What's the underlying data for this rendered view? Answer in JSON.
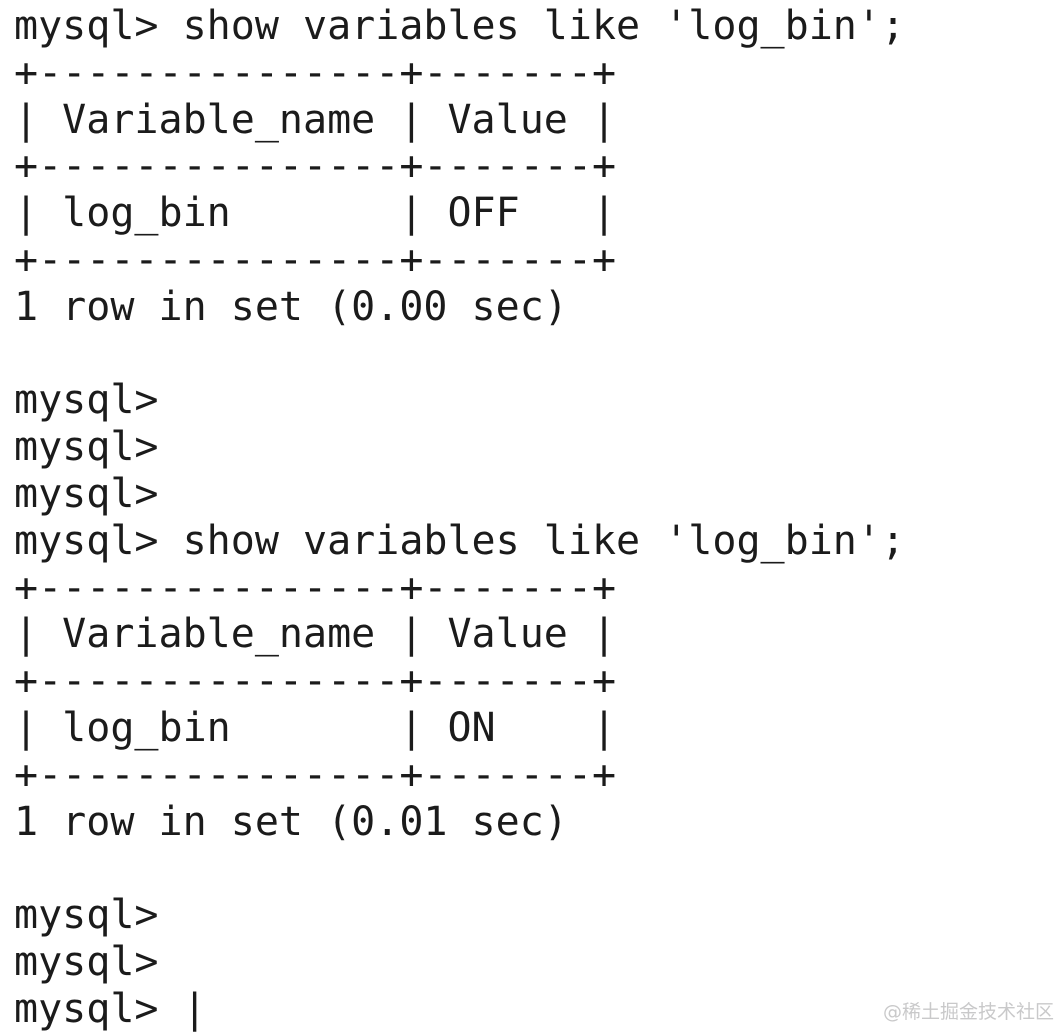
{
  "terminal": {
    "background_color": "#ffffff",
    "text_color": "#1b1b1b",
    "prompt": "mysql>",
    "cursor": "|",
    "lines": [
      "mysql> show variables like 'log_bin';",
      "+---------------+-------+",
      "| Variable_name | Value |",
      "+---------------+-------+",
      "| log_bin       | OFF   |",
      "+---------------+-------+",
      "1 row in set (0.00 sec)",
      "",
      "mysql>",
      "mysql>",
      "mysql>",
      "mysql> show variables like 'log_bin';",
      "+---------------+-------+",
      "| Variable_name | Value |",
      "+---------------+-------+",
      "| log_bin       | ON    |",
      "+---------------+-------+",
      "1 row in set (0.01 sec)",
      "",
      "mysql>",
      "mysql>",
      "mysql> "
    ],
    "tables": [
      {
        "columns": [
          "Variable_name",
          "Value"
        ],
        "rows": [
          [
            "log_bin",
            "OFF"
          ]
        ],
        "status": "1 row in set (0.00 sec)"
      },
      {
        "columns": [
          "Variable_name",
          "Value"
        ],
        "rows": [
          [
            "log_bin",
            "ON"
          ]
        ],
        "status": "1 row in set (0.01 sec)"
      }
    ],
    "command": "show variables like 'log_bin';"
  },
  "watermark": {
    "text": "@稀土掘金技术社区",
    "color": "#c9c9ca"
  }
}
